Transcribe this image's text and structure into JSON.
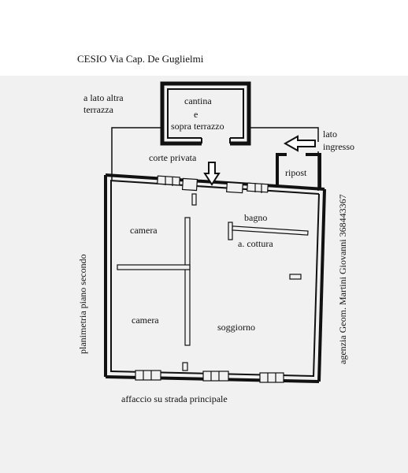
{
  "header": {
    "title": "CESIO   Via Cap. De Guglielmi"
  },
  "labels": {
    "terrace_side": [
      "a lato altra",
      "terrazza"
    ],
    "cellar": [
      "cantina",
      "e",
      "sopra terrazzo"
    ],
    "entrance_side": [
      "lato",
      "ingresso"
    ],
    "courtyard": "corte privata",
    "storage": "ripost",
    "bathroom": "bagno",
    "kitchenette": "a. cottura",
    "bedroom_1": "camera",
    "bedroom_2": "camera",
    "living_room": "soggiorno",
    "street_view": "affaccio su strada principale",
    "floor_plan_caption": "planimetria piano secondo",
    "agency_caption": "agenzia Geom. Martini Giovanni  368443367"
  },
  "colors": {
    "ink": "#111111",
    "paper": "#f1f1f1"
  }
}
